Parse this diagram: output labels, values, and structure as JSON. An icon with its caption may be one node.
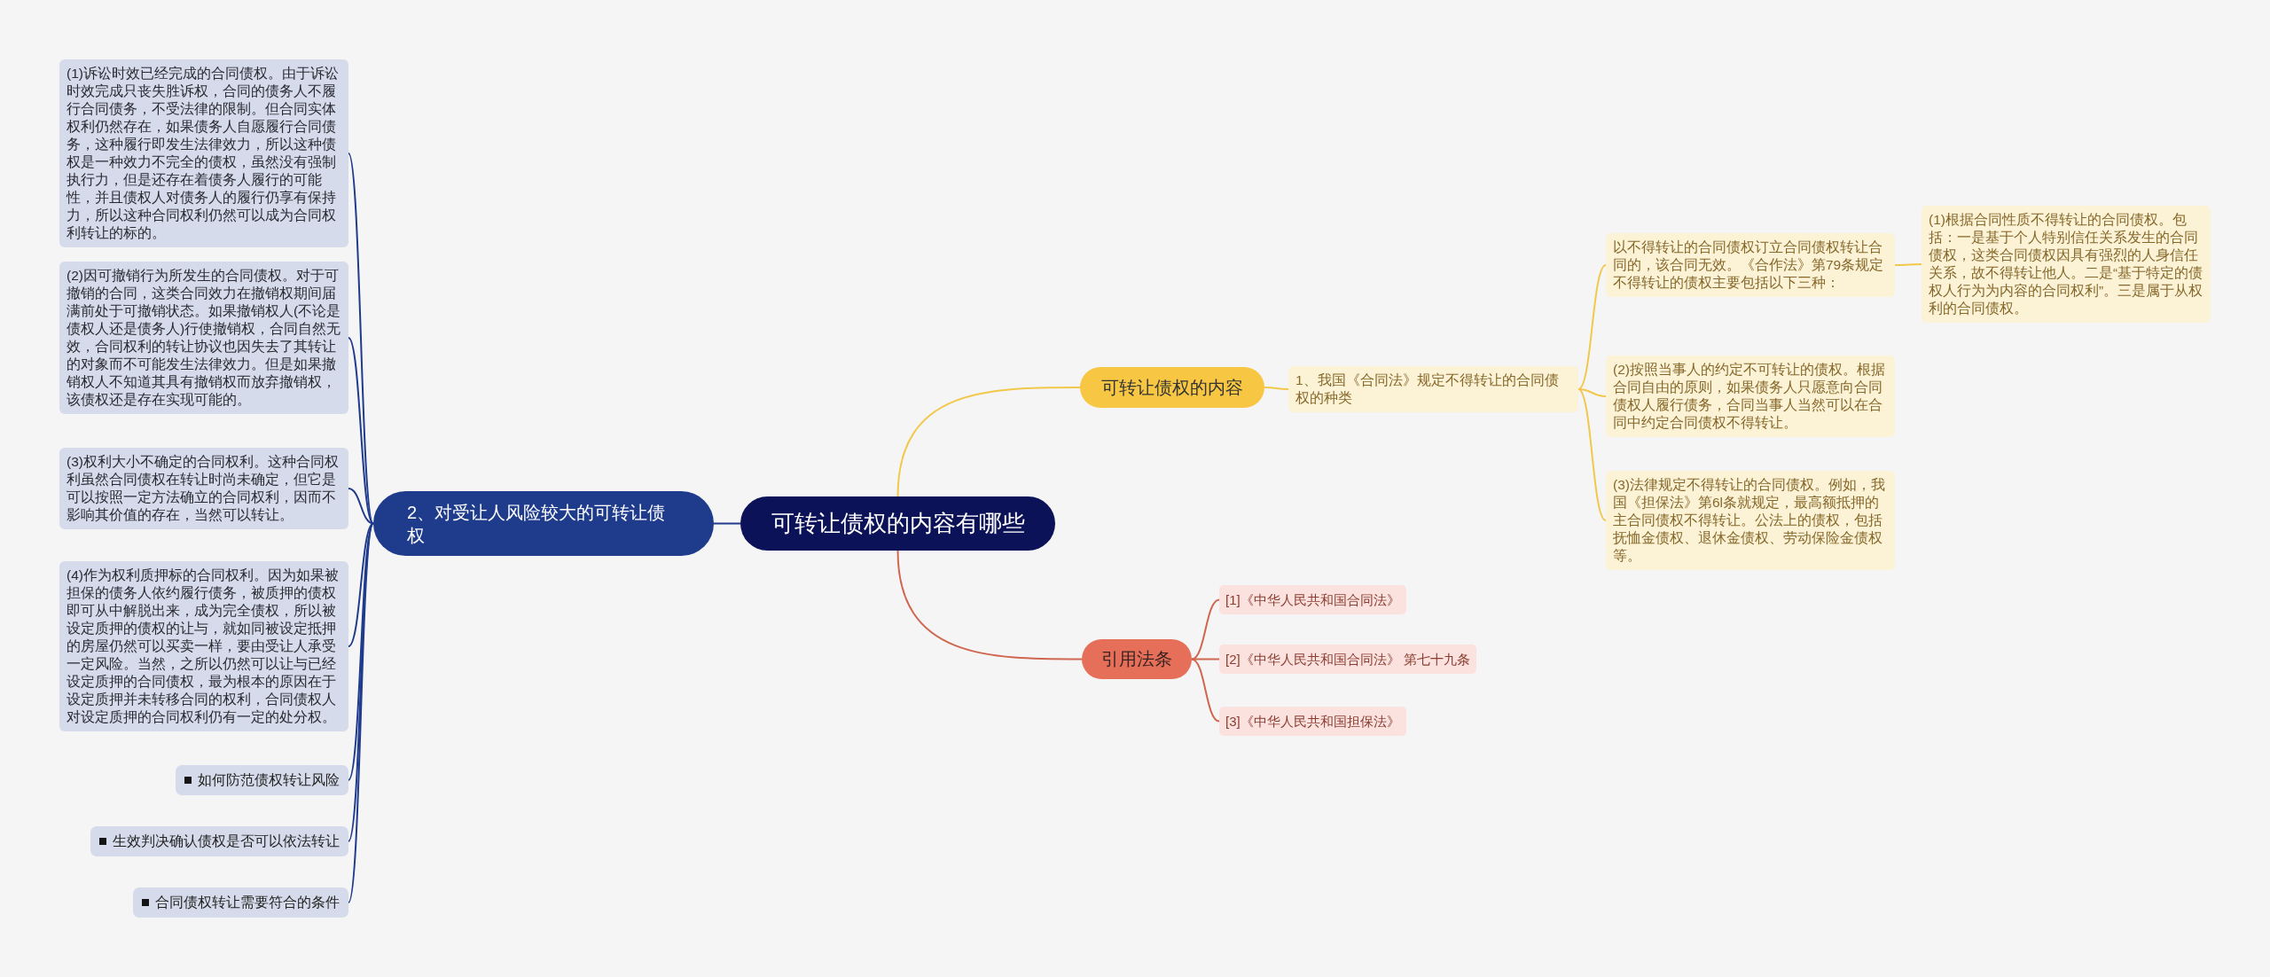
{
  "diagram": {
    "nodes": [
      {
        "text": [
          "可转让债权的内容有哪些"
        ]
      },
      {
        "text": [
          "可转让债权的内容"
        ]
      },
      {
        "text": [
          "1、我国《合同法》规定不得转让的合同债权的种类"
        ]
      },
      {
        "text": [
          "以不得转让的合同债权订立合同债权转让合同的，该合同无效。《合作法》第79条规定不得转让的债权主要包括以下三种："
        ]
      },
      {
        "text": [
          "(1)根据合同性质不得转让的合同债权。包括：一是基于个人特别信任关系发生的合同债权，这类合同债权因具有强烈的人身信任关系，故不得转让他人。二是“基于特定的债权人行为为内容的合同权利”。三是属于从权利的合同债权。"
        ]
      },
      {
        "text": [
          "(2)按照当事人的约定不可转让的债权。根据合同自由的原则，如果债务人只愿意向合同债权人履行债务，合同当事人当然可以在合同中约定合同债权不得转让。"
        ]
      },
      {
        "text": [
          "(3)法律规定不得转让的合同债权。例如，我国《担保法》第6l条就规定，最高额抵押的主合同债权不得转让。公法上的债权，包括抚恤金债权、退休金债权、劳动保险金债权等。"
        ]
      },
      {
        "text": [
          "引用法条"
        ]
      },
      {
        "text": [
          "[1]《中华人民共和国合同法》"
        ]
      },
      {
        "text": [
          "[2]《中华人民共和国合同法》 第七十九条"
        ]
      },
      {
        "text": [
          "[3]《中华人民共和国担保法》"
        ]
      },
      {
        "text": [
          "2、对受让人风险较大的可转让债权"
        ]
      },
      {
        "text": [
          "(1)诉讼时效已经完成的合同债权。由于诉讼时效完成只丧失胜诉权，合同的债务人不履行合同债务，不受法律的限制。但合同实体权利仍然存在，如果债务人自愿履行合同债务，这种履行即发生法律效力，所以这种债权是一种效力不完全的债权，虽然没有强制执行力，但是还存在着债务人履行的可能性，并且债权人对债务人的履行仍享有保持力，所以这种合同权利仍然可以成为合同权利转让的标的。"
        ]
      },
      {
        "text": [
          "(2)因可撤销行为所发生的合同债权。对于可撤销的合同，这类合同效力在撤销权期间届满前处于可撤销状态。如果撤销权人(不论是债权人还是债务人)行使撤销权，合同自然无效，合同权利的转让协议也因失去了其转让的对象而不可能发生法律效力。但是如果撤销权人不知道其具有撤销权而放弃撤销权，该债权还是存在实现可能的。"
        ]
      },
      {
        "text": [
          "(3)权利大小不确定的合同权利。这种合同权利虽然合同债权在转让时尚未确定，但它是可以按照一定方法确立的合同权利，因而不影响其价值的存在，当然可以转让。"
        ]
      },
      {
        "text": [
          "(4)作为权利质押标的合同权利。因为如果被担保的债务人依约履行债务，被质押的债权即可从中解脱出来，成为完全债权，所以被设定质押的债权的让与，就如同被设定抵押的房屋仍然可以买卖一样，要由受让人承受一定风险。当然，之所以仍然可以让与已经设定质押的合同债权，最为根本的原因在于设定质押并未转移合同的权利，合同债权人对设定质押的合同权利仍有一定的处分权。"
        ]
      },
      {
        "text": [
          "如何防范债权转让风险"
        ]
      },
      {
        "text": [
          "生效判决确认债权是否可以依法转让"
        ]
      },
      {
        "text": [
          "合同债权转让需要符合的条件"
        ]
      }
    ],
    "edges": [
      {
        "from": 0,
        "to": 1,
        "arrow": "none",
        "color": "#f2c84b"
      },
      {
        "from": 1,
        "to": 2,
        "arrow": "none",
        "color": "#f2c84b"
      },
      {
        "from": 2,
        "to": 3,
        "arrow": "none",
        "color": "#f2c84b"
      },
      {
        "from": 2,
        "to": 5,
        "arrow": "none",
        "color": "#f2c84b"
      },
      {
        "from": 2,
        "to": 6,
        "arrow": "none",
        "color": "#f2c84b"
      },
      {
        "from": 3,
        "to": 4,
        "arrow": "none",
        "color": "#f2c84b"
      },
      {
        "from": 0,
        "to": 7,
        "arrow": "none",
        "color": "#d0664f"
      },
      {
        "from": 7,
        "to": 8,
        "arrow": "none",
        "color": "#d0664f"
      },
      {
        "from": 7,
        "to": 9,
        "arrow": "none",
        "color": "#d0664f"
      },
      {
        "from": 7,
        "to": 10,
        "arrow": "none",
        "color": "#d0664f"
      },
      {
        "from": 0,
        "to": 11,
        "arrow": "none"
      },
      {
        "from": 11,
        "to": 12,
        "arrow": "none"
      },
      {
        "from": 11,
        "to": 13,
        "arrow": "none"
      },
      {
        "from": 11,
        "to": 14,
        "arrow": "none"
      },
      {
        "from": 11,
        "to": 15,
        "arrow": "none"
      },
      {
        "from": 11,
        "to": 16,
        "arrow": "none"
      },
      {
        "from": 11,
        "to": 17,
        "arrow": "none"
      },
      {
        "from": 11,
        "to": 18,
        "arrow": "none"
      }
    ]
  }
}
